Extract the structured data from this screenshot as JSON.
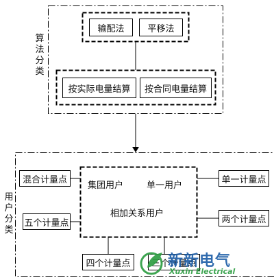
{
  "algorithm_classification": {
    "label": "算法分类",
    "top_group": [
      "输配法",
      "平移法"
    ],
    "bottom_group": [
      "按实际电量结算",
      "按合同电量结算"
    ]
  },
  "user_classification": {
    "label": "用户分类",
    "user_types": [
      "集团用户",
      "单一用户",
      "相加关系用户"
    ],
    "metering_points": {
      "mixed": "混合计量点",
      "five": "五个计量点",
      "four": "四个计量点",
      "three": "三个计量点",
      "single": "单一计量点",
      "two": "两个计量点"
    }
  },
  "watermark": {
    "brand": "新新电气",
    "latin": "Xuxin Electrical"
  },
  "colors": {
    "line": "#000000",
    "watermark_green": "#2e9e43",
    "watermark_blue": "#1f5fa8"
  }
}
